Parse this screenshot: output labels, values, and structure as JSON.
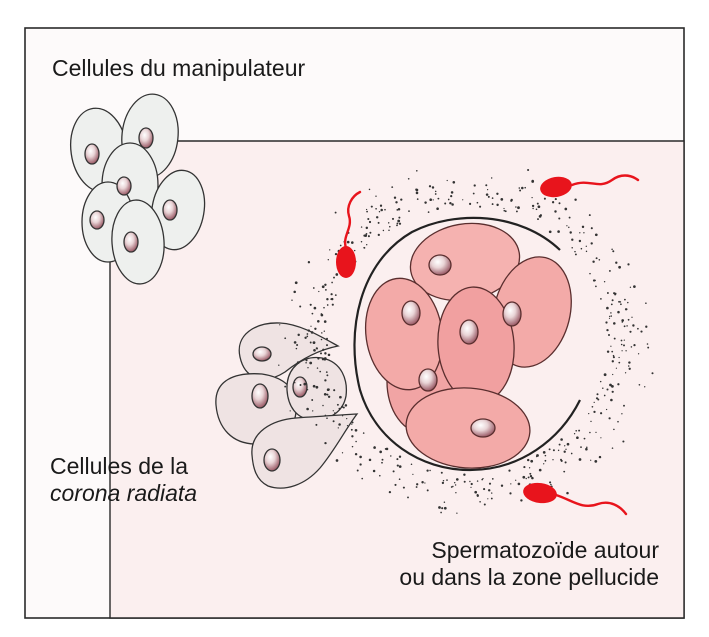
{
  "labels": {
    "manipulator": "Cellules du manipulateur",
    "corona_line1": "Cellules de la",
    "corona_line2": "corona radiata",
    "sperm_line1": "Spermatozoïde autour",
    "sperm_line2": "ou dans la zone pellucide"
  },
  "colors": {
    "outer_bg": "#fdfafa",
    "inner_bg": "#fbefef",
    "frame": "#2a2a2a",
    "manipulator_cell": "#eef0ee",
    "corona_cell": "#efe3e3",
    "oocyte_cell": "#f1a4a4",
    "oocyte_cell_alt": "#f5b2b0",
    "nucleus": "#a8707a",
    "sperm": "#e8141c",
    "stipple": "#333333"
  }
}
